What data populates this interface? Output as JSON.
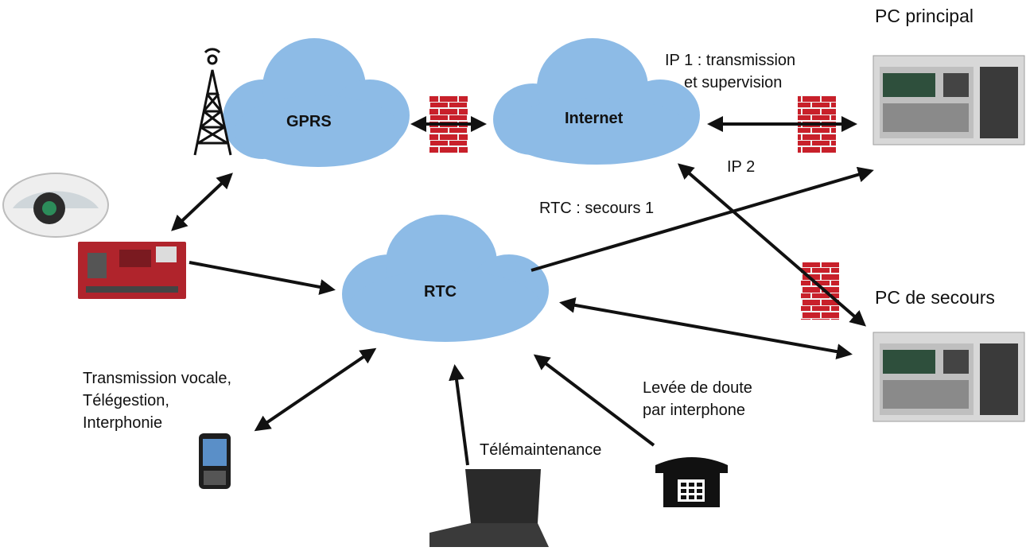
{
  "nodes": {
    "gprs": "GPRS",
    "internet": "Internet",
    "rtc": "RTC",
    "pc_principal": "PC principal",
    "pc_secours": "PC de secours"
  },
  "links": {
    "ip1": "IP 1 : transmission et supervision",
    "ip1_line1": "IP 1 : transmission",
    "ip1_line2": "et supervision",
    "ip2": "IP 2",
    "rtc_secours": "RTC : secours 1"
  },
  "endpoints": {
    "voice_line1": "Transmission vocale,",
    "voice_line2": "Télégestion,",
    "voice_line3": "Interphonie",
    "telemaintenance": "Télémaintenance",
    "levee_line1": "Levée de doute",
    "levee_line2": "par interphone"
  },
  "colors": {
    "cloud": "#8dbbe6",
    "firewall": "#c8202a",
    "arrow": "#111111",
    "alarm_panel": "#b0242c"
  },
  "icons": [
    "antenna-tower-icon",
    "firewall-icon",
    "keypad-icon",
    "alarm-panel-icon",
    "receiver-rack-icon",
    "mobile-phone-icon",
    "laptop-icon",
    "telephone-icon"
  ]
}
